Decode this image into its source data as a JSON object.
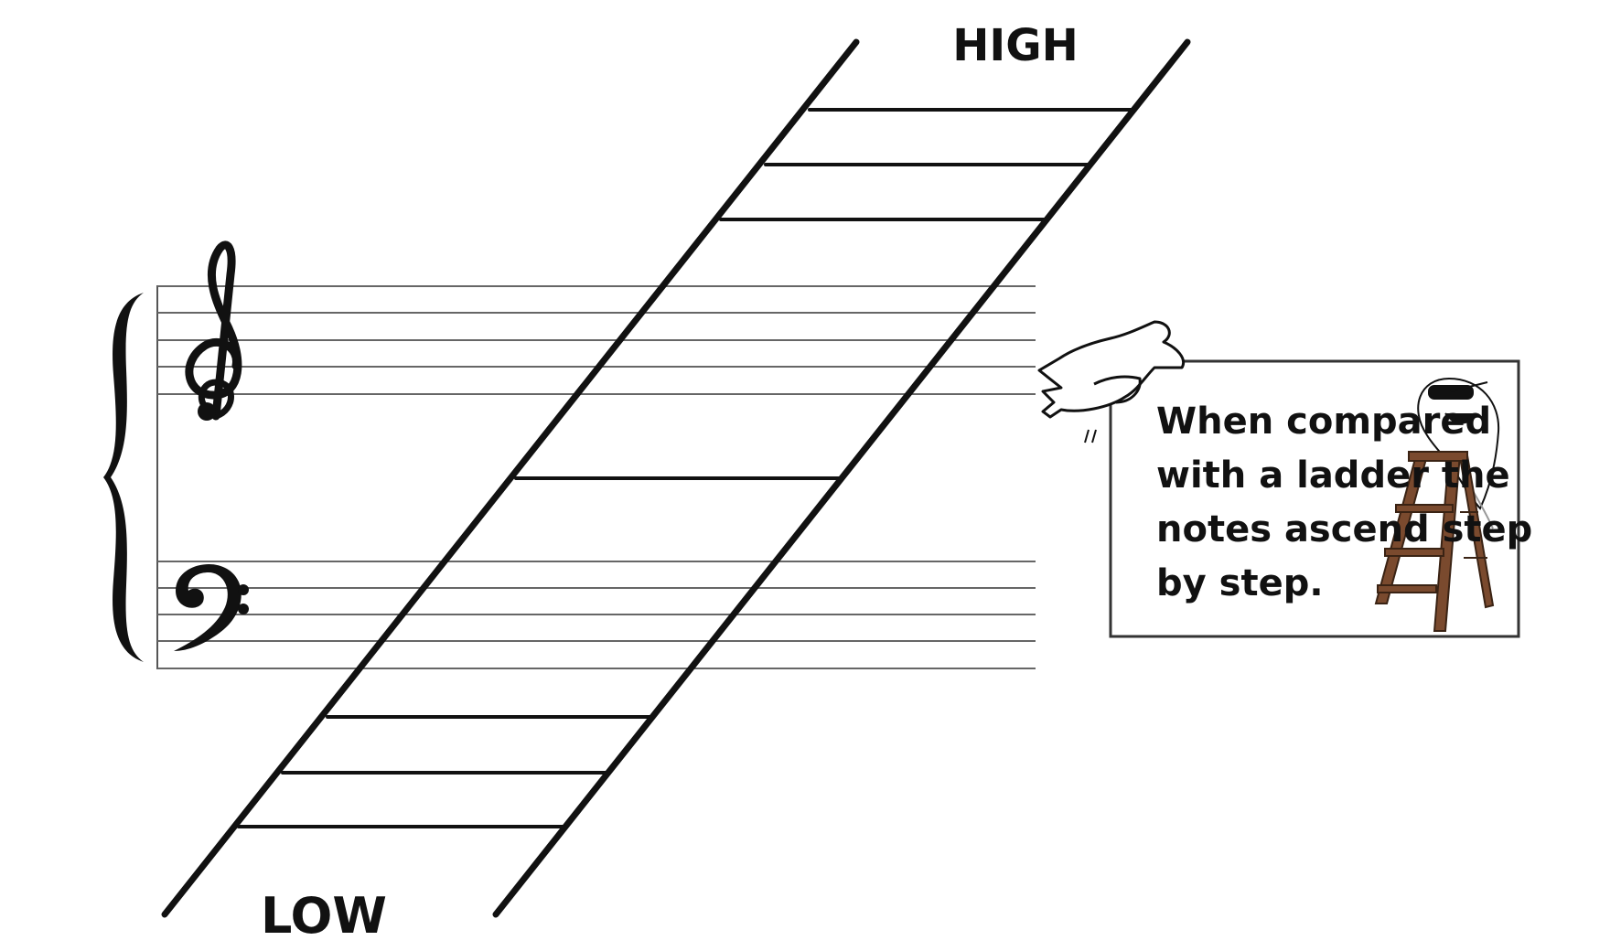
{
  "labels": {
    "high": "HIGH",
    "low": "LOW"
  },
  "sign": {
    "lines": [
      "When compared",
      "with a ladder the",
      "notes ascend step",
      "by step."
    ]
  },
  "staff": {
    "treble_clef_icon": "treble-clef-icon",
    "bass_clef_icon": "bass-clef-icon",
    "brace_icon": "grand-staff-brace-icon"
  },
  "illustration": {
    "hand_icon": "pointing-hand-icon",
    "mascot_icon": "note-mascot-with-sunglasses-icon",
    "ladder_icon": "step-ladder-icon"
  },
  "colors": {
    "ink": "#111111",
    "staff_line": "#666666",
    "ladder_wood": "#7a4a2e"
  }
}
